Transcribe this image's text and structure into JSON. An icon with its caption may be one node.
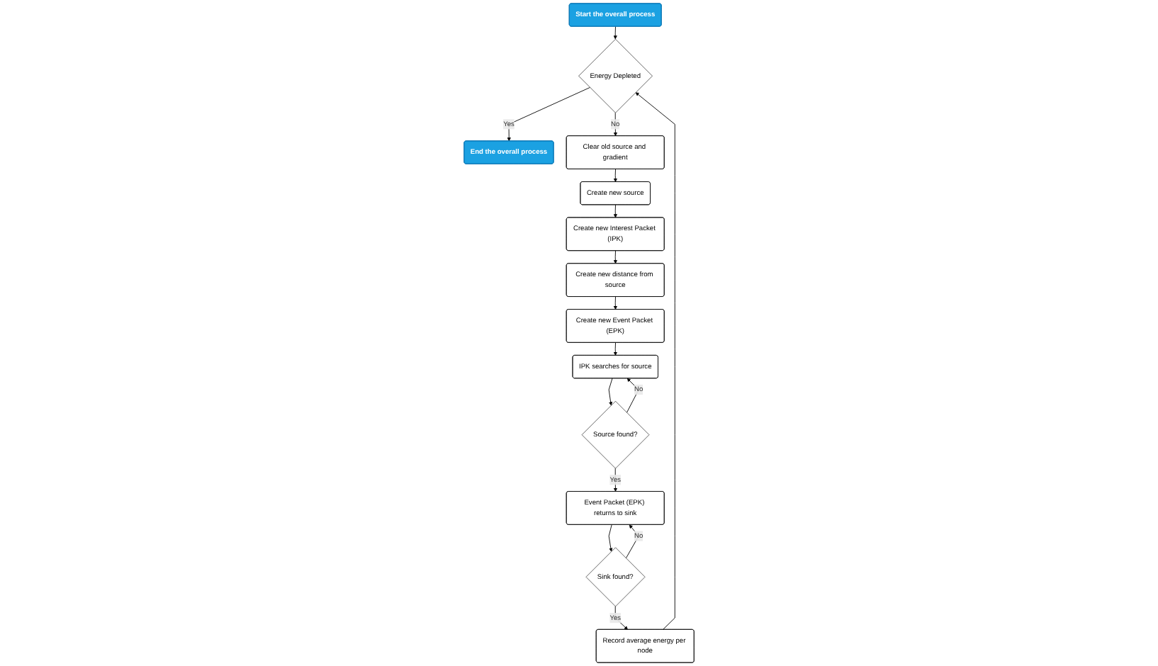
{
  "diagram": {
    "nodes": [
      {
        "text": [
          "Start the overall process"
        ]
      },
      {
        "text": [
          "End the overall process"
        ]
      },
      {
        "text": [
          "Energy Depleted"
        ]
      },
      {
        "text": [
          "Clear old source and gradient"
        ]
      },
      {
        "text": [
          "Create new source"
        ]
      },
      {
        "text": [
          "Create new Interest Packet (IPK)"
        ]
      },
      {
        "text": [
          "Create new distance from source"
        ]
      },
      {
        "text": [
          "Create new Event Packet (EPK)"
        ]
      },
      {
        "text": [
          "IPK searches for source"
        ]
      },
      {
        "text": [
          "Source found?"
        ]
      },
      {
        "text": [
          "Event Packet (EPK) returns to sink"
        ]
      },
      {
        "text": [
          "Sink found?"
        ]
      },
      {
        "text": [
          "Record average energy per node"
        ]
      }
    ],
    "edges": [
      {
        "from": 0,
        "to": 2,
        "arrow": "to"
      },
      {
        "from": 2,
        "to": 1,
        "arrow": "to",
        "label": "Yes"
      },
      {
        "from": 2,
        "to": 3,
        "arrow": "to",
        "label": "No"
      },
      {
        "from": 3,
        "to": 4,
        "arrow": "to"
      },
      {
        "from": 4,
        "to": 5,
        "arrow": "to"
      },
      {
        "from": 5,
        "to": 6,
        "arrow": "to"
      },
      {
        "from": 6,
        "to": 7,
        "arrow": "to"
      },
      {
        "from": 7,
        "to": 8,
        "arrow": "to"
      },
      {
        "from": 8,
        "to": 9,
        "arrow": "to"
      },
      {
        "from": 9,
        "to": 10,
        "arrow": "to",
        "label": "Yes"
      },
      {
        "from": 9,
        "to": 8,
        "arrow": "to",
        "label": "No"
      },
      {
        "from": 10,
        "to": 11,
        "arrow": "to"
      },
      {
        "from": 11,
        "to": 12,
        "arrow": "to",
        "label": "Yes"
      },
      {
        "from": 11,
        "to": 10,
        "arrow": "to",
        "label": "No"
      },
      {
        "from": 12,
        "to": 2,
        "arrow": "to"
      }
    ]
  }
}
